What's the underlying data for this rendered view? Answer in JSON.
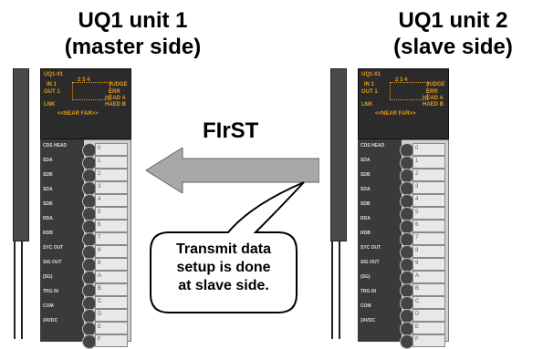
{
  "units": [
    {
      "title_line1": "UQ1 unit 1",
      "title_line2": "(master side)",
      "model": "UQ1-01",
      "in_label": "IN 1",
      "out_label": "OUT 1",
      "lnk_label": "LNK",
      "led_numbers": "2  3  4",
      "judge_label": "JUDGE",
      "err_label": "ERR",
      "head_a_label": "HEAD A",
      "head_b_label": "HAED B",
      "near_far_label": "<<NEAR   FAR>>",
      "pin_labels": [
        "CDS HEAD",
        "SDA",
        "SDB",
        "SDA",
        "SDB",
        "RDA",
        "RDB",
        "SYC OUT",
        "SIG OUT",
        "(SG)",
        "TRG IN",
        "COM",
        "24VDC"
      ],
      "slot_numbers": [
        "0",
        "1",
        "2",
        "3",
        "4",
        "5",
        "6",
        "7",
        "8",
        "9",
        "A",
        "B",
        "C",
        "D",
        "E",
        "F"
      ]
    },
    {
      "title_line1": "UQ1 unit 2",
      "title_line2": "(slave side)",
      "model": "UQ1-01",
      "in_label": "IN 1",
      "out_label": "OUT 1",
      "lnk_label": "LNK",
      "led_numbers": "2  3  4",
      "judge_label": "JUDGE",
      "err_label": "ERR",
      "head_a_label": "HEAD A",
      "head_b_label": "HAED B",
      "near_far_label": "<<NEAR   FAR>>",
      "pin_labels": [
        "CDS HEAD",
        "SDA",
        "SDB",
        "SDA",
        "SDB",
        "RDA",
        "RDB",
        "SYC OUT",
        "SIG OUT",
        "(SG)",
        "TRG IN",
        "COM",
        "24VDC"
      ],
      "slot_numbers": [
        "0",
        "1",
        "2",
        "3",
        "4",
        "5",
        "6",
        "7",
        "8",
        "9",
        "A",
        "B",
        "C",
        "D",
        "E",
        "F"
      ]
    }
  ],
  "arrow_label": "FIrST",
  "bubble_lines": [
    "Transmit data",
    "setup is done",
    "at slave side."
  ],
  "colors": {
    "led_orange": "#e59a1a",
    "header_dark": "#2b2b2b",
    "arrow_gray": "#a8a8a8"
  }
}
